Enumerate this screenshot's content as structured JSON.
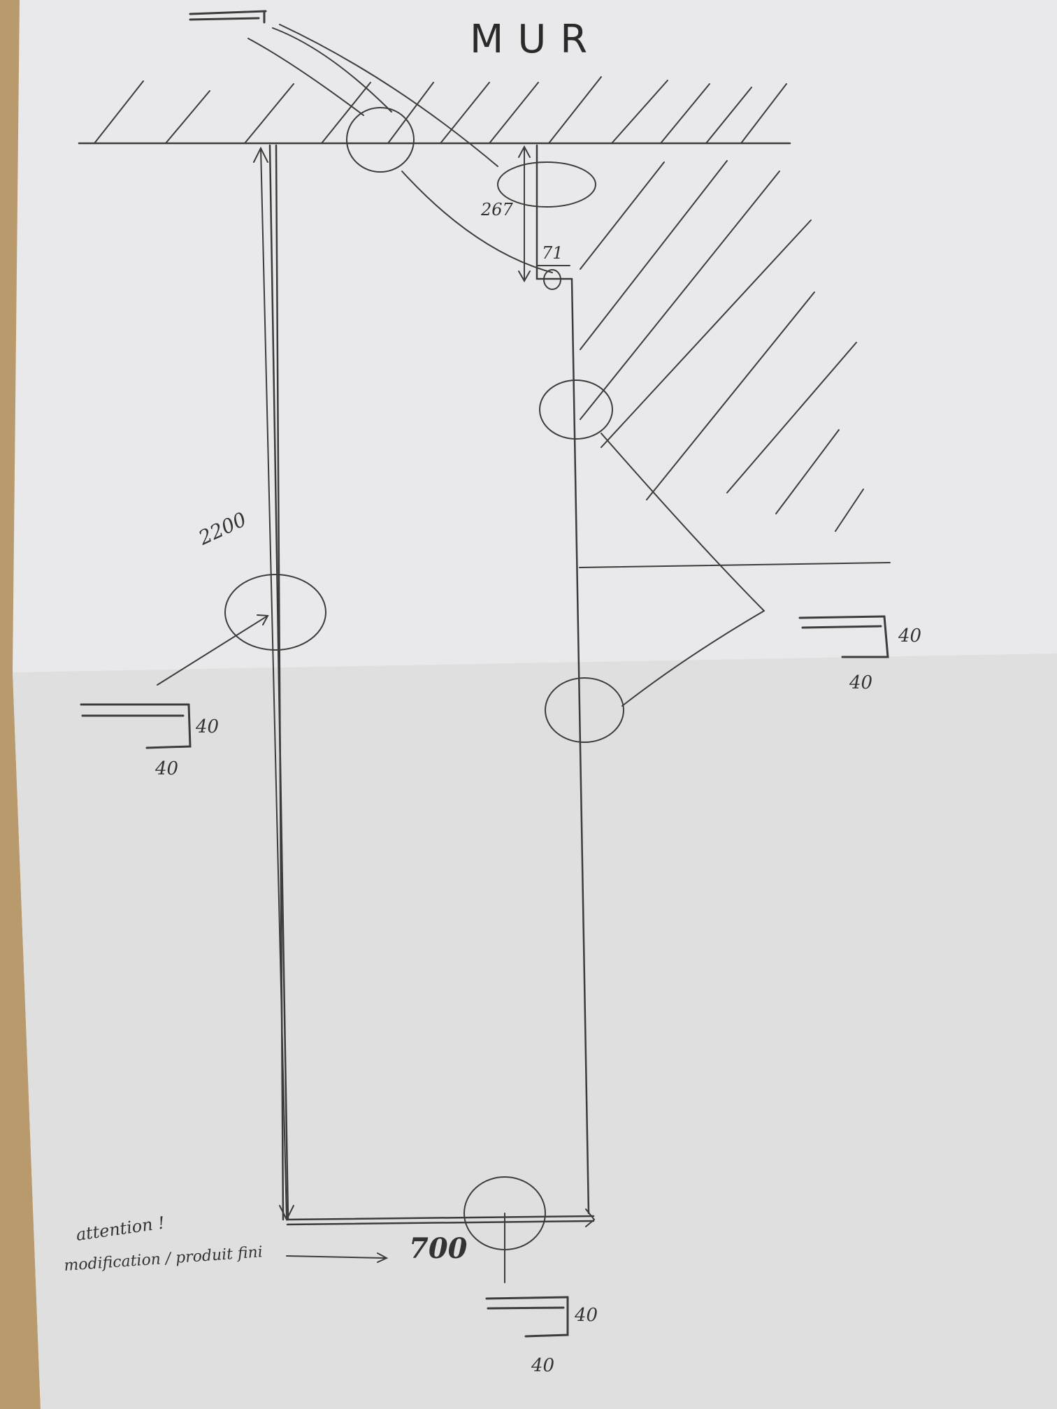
{
  "drawing": {
    "wall_label": "MUR",
    "dimensions": {
      "height": "2200",
      "width": "700",
      "offset_vertical": "267",
      "offset_horizontal": "71"
    },
    "profile_labels": {
      "top_left": {
        "w": "",
        "h": ""
      },
      "right": {
        "h": "40",
        "w": "40"
      },
      "left": {
        "h": "40",
        "w": "40"
      },
      "bottom": {
        "h": "40",
        "w": "40"
      }
    },
    "note": {
      "line1": "attention !",
      "line2": "modification / produit fini"
    }
  }
}
